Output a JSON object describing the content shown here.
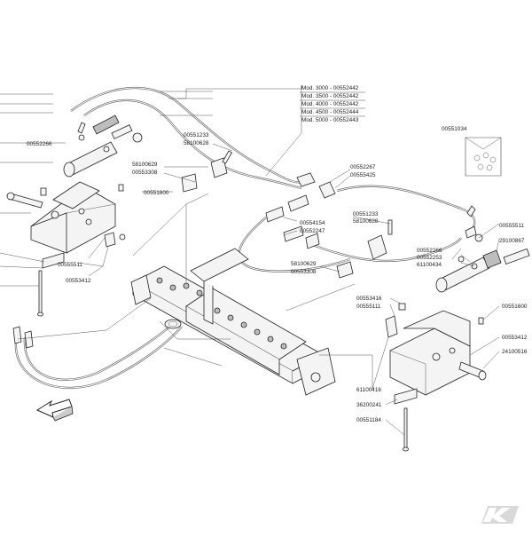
{
  "models": [
    "Mod. 3000 - 00552442",
    "Mod. 3500 - 00552442",
    "Mod. 4000 - 00552442",
    "Mod. 4500 - 00552444",
    "Mod. 5000 - 00552443"
  ],
  "labels": {
    "p00551034": "00551034",
    "p00552266a": "00552266",
    "p00551233a": "00551233",
    "p58100628a": "58100628",
    "p58100629a": "58100629",
    "p00553308a": "00553308",
    "p00551600a": "00551600",
    "p00555511a": "00555511",
    "p00553412a": "00553412",
    "p00552267": "00552267",
    "p00555425": "00555425",
    "p00554154": "00554154",
    "p00552247": "00552247",
    "p00551233b": "00551233",
    "p58100628b": "58100628",
    "p58100629b": "58100629",
    "p00553308b": "00553308",
    "p00555511b": "00555511",
    "p29100867": "29100867",
    "p00552266b": "00552266",
    "p00552253": "00552253",
    "p61100434": "61100434",
    "p00553416": "00553416",
    "p00555111": "00555111",
    "p00551600b": "00551600",
    "p00553412b": "00553412",
    "p24100516": "24100516",
    "p61100416": "61100416",
    "p36200241": "36200241",
    "p00551184": "00551184"
  },
  "logo": "K",
  "icons": [
    "direction-arrow-icon",
    "parts-bag-icon",
    "brand-logo-icon"
  ]
}
